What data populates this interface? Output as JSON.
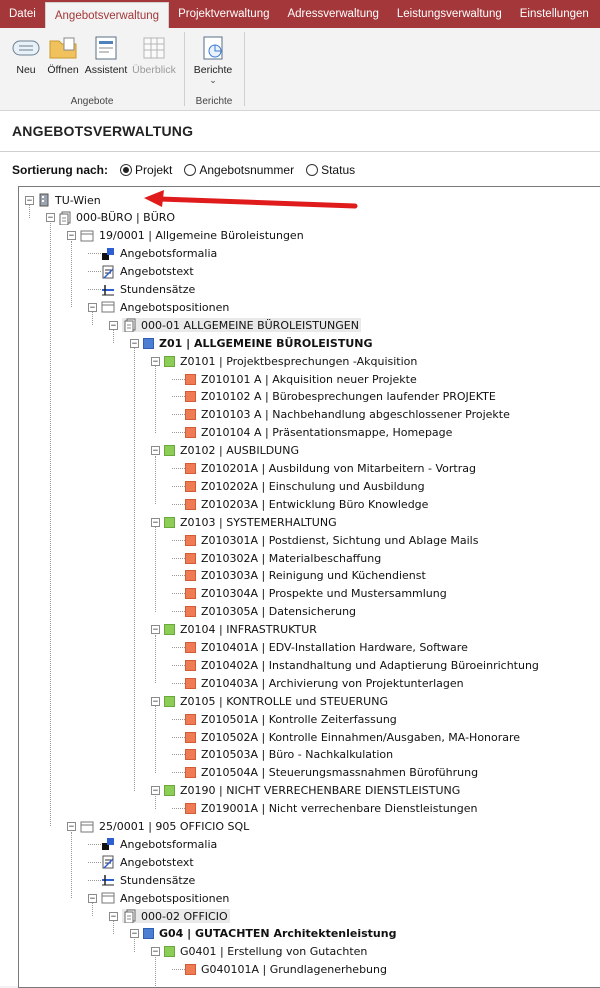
{
  "tabs": [
    "Datei",
    "Angebotsverwaltung",
    "Projektverwaltung",
    "Adressverwaltung",
    "Leistungsverwaltung",
    "Einstellungen"
  ],
  "ribbon": {
    "new": "Neu",
    "open": "Öffnen",
    "wizard": "Assistent",
    "overview": "Überblick",
    "reports": "Berichte",
    "group_offers": "Angebote",
    "group_reports": "Berichte"
  },
  "title": "ANGEBOTSVERWALTUNG",
  "sort": {
    "label": "Sortierung nach:",
    "options": [
      "Projekt",
      "Angebotsnummer",
      "Status"
    ],
    "selected": "Projekt"
  },
  "tree": [
    {
      "level": 0,
      "icon": "building-icon",
      "text": "TU-Wien",
      "exp": "-"
    },
    {
      "level": 1,
      "icon": "doc-stack-icon",
      "text": "000-BÜRO | BÜRO",
      "exp": "-"
    },
    {
      "level": 2,
      "icon": "page-icon",
      "text": "19/0001 | Allgemeine Büroleistungen",
      "exp": "-"
    },
    {
      "level": 3,
      "icon": "formalia-icon",
      "text": "Angebotsformalia"
    },
    {
      "level": 3,
      "icon": "text-icon",
      "text": "Angebotstext"
    },
    {
      "level": 3,
      "icon": "rates-icon",
      "text": "Stundensätze"
    },
    {
      "level": 3,
      "icon": "page-icon",
      "text": "Angebotspositionen",
      "exp": "-"
    },
    {
      "level": 4,
      "icon": "doc-stack-icon",
      "text": "000-01 ALLGEMEINE BÜROLEISTUNGEN",
      "exp": "-",
      "sel": true
    },
    {
      "level": 5,
      "icon": "blue",
      "text": "Z01 | ALLGEMEINE BÜROLEISTUNG",
      "exp": "-",
      "bold": true
    },
    {
      "level": 6,
      "icon": "green",
      "text": "Z0101 | Projektbesprechungen -Akquisition",
      "exp": "-"
    },
    {
      "level": 7,
      "icon": "orange",
      "text": "Z010101  A | Akquisition neuer Projekte"
    },
    {
      "level": 7,
      "icon": "orange",
      "text": "Z010102  A | Bürobesprechungen laufender PROJEKTE"
    },
    {
      "level": 7,
      "icon": "orange",
      "text": "Z010103  A | Nachbehandlung abgeschlossener Projekte"
    },
    {
      "level": 7,
      "icon": "orange",
      "text": "Z010104  A | Präsentationsmappe, Homepage"
    },
    {
      "level": 6,
      "icon": "green",
      "text": "Z0102 | AUSBILDUNG",
      "exp": "-"
    },
    {
      "level": 7,
      "icon": "orange",
      "text": "Z010201A | Ausbildung von Mitarbeitern - Vortrag"
    },
    {
      "level": 7,
      "icon": "orange",
      "text": "Z010202A | Einschulung und Ausbildung"
    },
    {
      "level": 7,
      "icon": "orange",
      "text": "Z010203A | Entwicklung Büro Knowledge"
    },
    {
      "level": 6,
      "icon": "green",
      "text": "Z0103 | SYSTEMERHALTUNG",
      "exp": "-"
    },
    {
      "level": 7,
      "icon": "orange",
      "text": "Z010301A | Postdienst, Sichtung und Ablage Mails"
    },
    {
      "level": 7,
      "icon": "orange",
      "text": "Z010302A | Materialbeschaffung"
    },
    {
      "level": 7,
      "icon": "orange",
      "text": "Z010303A | Reinigung und Küchendienst"
    },
    {
      "level": 7,
      "icon": "orange",
      "text": "Z010304A | Prospekte und Mustersammlung"
    },
    {
      "level": 7,
      "icon": "orange",
      "text": "Z010305A | Datensicherung"
    },
    {
      "level": 6,
      "icon": "green",
      "text": "Z0104 | INFRASTRUKTUR",
      "exp": "-"
    },
    {
      "level": 7,
      "icon": "orange",
      "text": "Z010401A | EDV-Installation Hardware, Software"
    },
    {
      "level": 7,
      "icon": "orange",
      "text": "Z010402A | Instandhaltung und Adaptierung Büroeinrichtung"
    },
    {
      "level": 7,
      "icon": "orange",
      "text": "Z010403A | Archivierung von Projektunterlagen"
    },
    {
      "level": 6,
      "icon": "green",
      "text": "Z0105 | KONTROLLE und STEUERUNG",
      "exp": "-"
    },
    {
      "level": 7,
      "icon": "orange",
      "text": "Z010501A | Kontrolle Zeiterfassung"
    },
    {
      "level": 7,
      "icon": "orange",
      "text": "Z010502A | Kontrolle Einnahmen/Ausgaben, MA-Honorare"
    },
    {
      "level": 7,
      "icon": "orange",
      "text": "Z010503A | Büro - Nachkalkulation"
    },
    {
      "level": 7,
      "icon": "orange",
      "text": "Z010504A | Steuerungsmassnahmen Büroführung"
    },
    {
      "level": 6,
      "icon": "green",
      "text": "Z0190 | NICHT VERRECHENBARE DIENSTLEISTUNG",
      "exp": "-"
    },
    {
      "level": 7,
      "icon": "orange",
      "text": "Z019001A | Nicht verrechenbare Dienstleistungen"
    },
    {
      "level": 2,
      "icon": "page-icon",
      "text": "25/0001 | 905 OFFICIO SQL",
      "exp": "-"
    },
    {
      "level": 3,
      "icon": "formalia-icon",
      "text": "Angebotsformalia"
    },
    {
      "level": 3,
      "icon": "text-icon",
      "text": "Angebotstext"
    },
    {
      "level": 3,
      "icon": "rates-icon",
      "text": "Stundensätze"
    },
    {
      "level": 3,
      "icon": "page-icon",
      "text": "Angebotspositionen",
      "exp": "-"
    },
    {
      "level": 4,
      "icon": "doc-stack-icon",
      "text": "000-02 OFFICIO",
      "exp": "-",
      "sel": true
    },
    {
      "level": 5,
      "icon": "blue",
      "text": "G04 | GUTACHTEN Architektenleistung",
      "exp": "-",
      "bold": true
    },
    {
      "level": 6,
      "icon": "green",
      "text": "G0401 | Erstellung von Gutachten",
      "exp": "-"
    },
    {
      "level": 7,
      "icon": "orange",
      "text": "G040101A | Grundlagenerhebung"
    }
  ]
}
